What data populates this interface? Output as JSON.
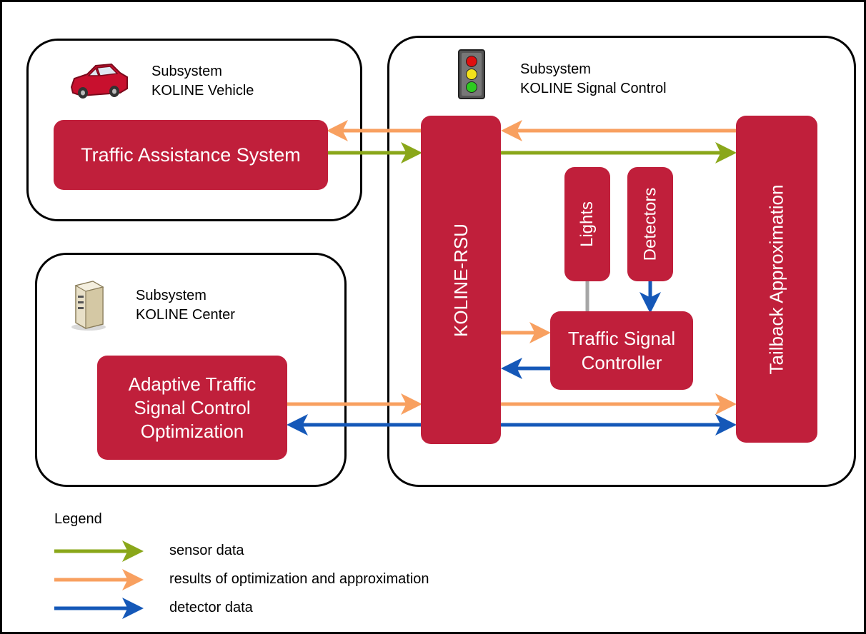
{
  "colors": {
    "block": "#c01f3b",
    "sensor": "#8aa71a",
    "results": "#f8a060",
    "detector": "#1558b8",
    "plain_line": "#a6a6a6"
  },
  "subsystems": {
    "vehicle": {
      "title_line1": "Subsystem",
      "title_line2": "KOLINE Vehicle",
      "icon": "car-icon"
    },
    "center": {
      "title_line1": "Subsystem",
      "title_line2": "KOLINE Center",
      "icon": "server-icon"
    },
    "signal": {
      "title_line1": "Subsystem",
      "title_line2": "KOLINE Signal Control",
      "icon": "traffic-light-icon"
    }
  },
  "blocks": {
    "traffic_assistance": "Traffic Assistance System",
    "adaptive_line1": "Adaptive Traffic",
    "adaptive_line2": "Signal Control",
    "adaptive_line3": "Optimization",
    "rsu": "KOLINE-RSU",
    "lights": "Lights",
    "detectors": "Detectors",
    "tsc_line1": "Traffic Signal",
    "tsc_line2": "Controller",
    "tailback": "Tailback Approximation"
  },
  "legend": {
    "title": "Legend",
    "items": [
      {
        "label": "sensor data",
        "color": "sensor"
      },
      {
        "label": "results of optimization and approximation",
        "color": "results"
      },
      {
        "label": "detector data",
        "color": "detector"
      }
    ]
  }
}
